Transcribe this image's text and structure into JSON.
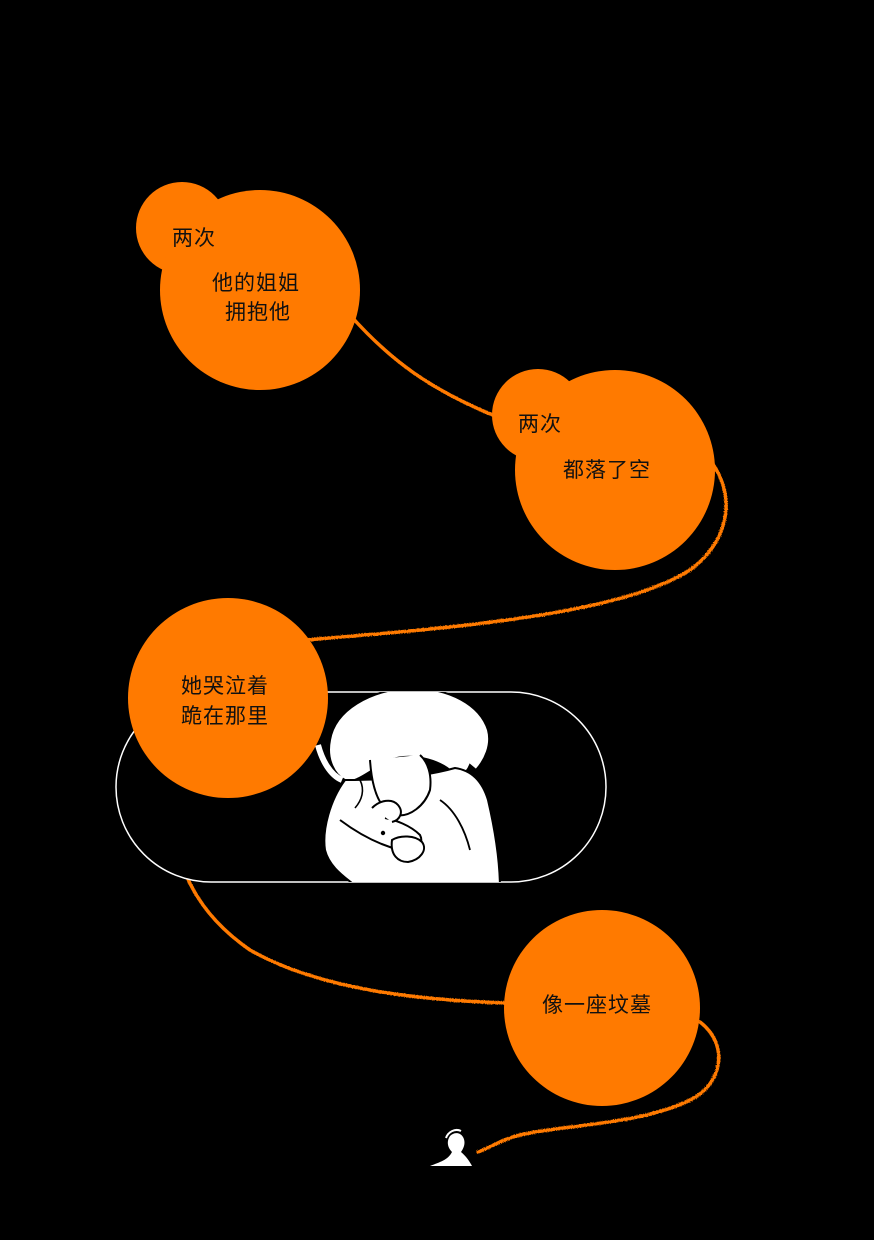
{
  "panel": {
    "background_color": "#000000",
    "bubble_color": "#FF7A00",
    "thread_color": "#FF7A00",
    "ink_color": "#111111"
  },
  "bubbles": {
    "first": {
      "tag": "两次",
      "line1": "他的姐姐",
      "line2": "拥抱他"
    },
    "second": {
      "tag": "两次",
      "line1": "都落了空"
    },
    "third": {
      "line1": "她哭泣着",
      "line2": "跪在那里"
    },
    "fourth": {
      "line1": "像一座坟墓"
    }
  },
  "illustration": {
    "vignette": "crying-figure",
    "small_figure": "kneeling-figure"
  }
}
